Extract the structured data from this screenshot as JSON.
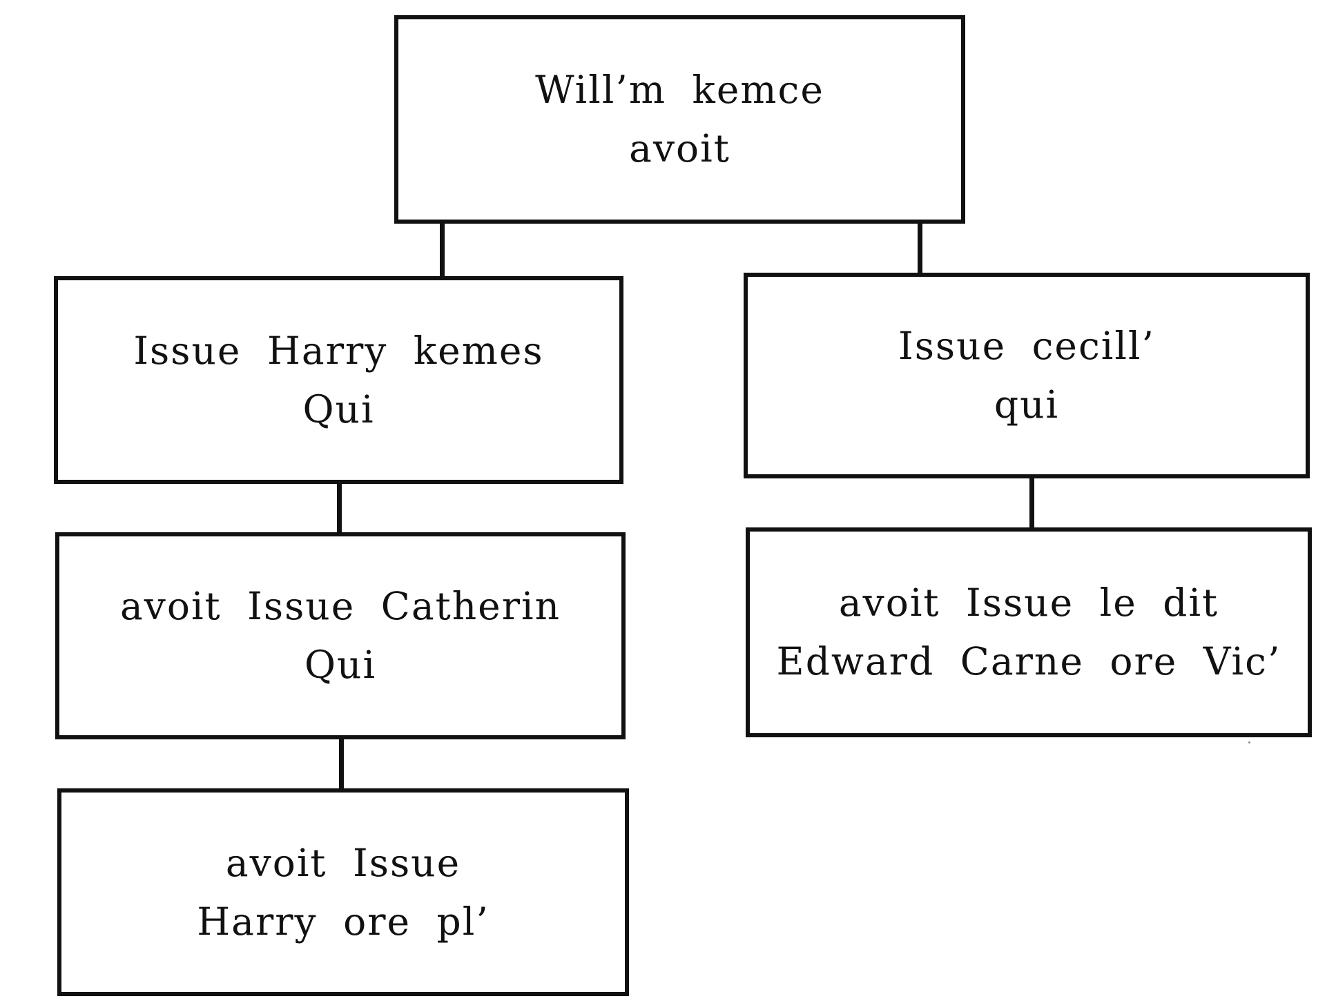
{
  "tree": {
    "root": {
      "lines": [
        "Will’m kemce",
        "avoit"
      ]
    },
    "left": {
      "level1": {
        "lines": [
          "Issue Harry kemes",
          "Qui"
        ]
      },
      "level2": {
        "lines": [
          "avoit Issue Catherin",
          "Qui"
        ]
      },
      "level3": {
        "lines": [
          "avoit Issue",
          "Harry ore pl’"
        ]
      }
    },
    "right": {
      "level1": {
        "lines": [
          "Issue cecill’",
          "qui"
        ]
      },
      "level2": {
        "lines": [
          "avoit Issue le dit",
          "Edward Carne ore Vic’"
        ]
      }
    }
  }
}
